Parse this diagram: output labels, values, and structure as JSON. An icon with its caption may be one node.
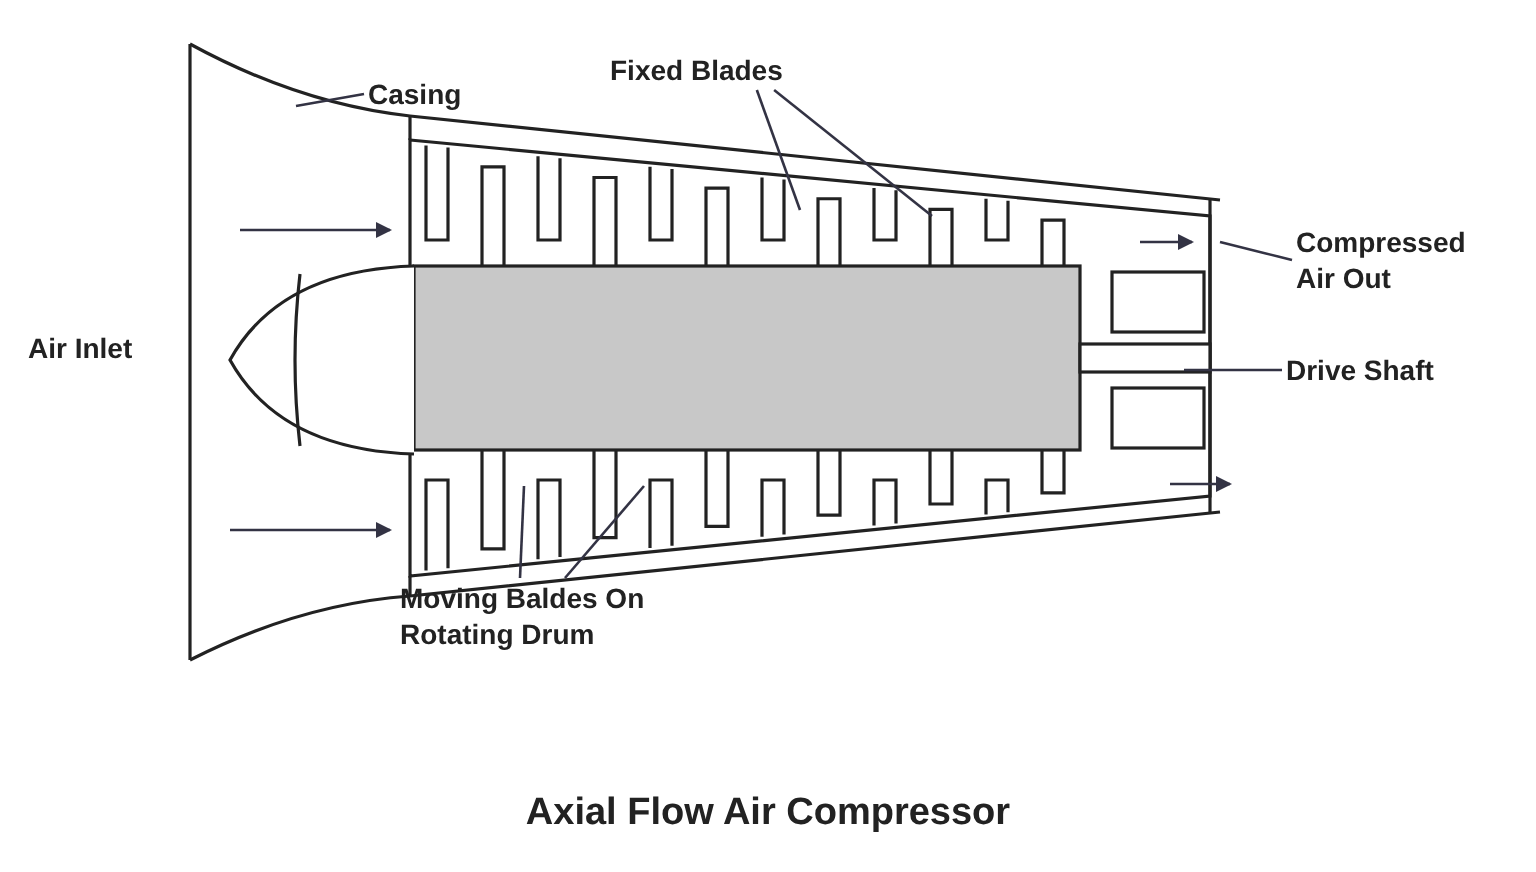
{
  "diagram": {
    "caption": "Axial Flow Air Compressor",
    "nodes": [
      {
        "text": [
          "Casing"
        ]
      },
      {
        "text": [
          "Fixed Blades"
        ]
      },
      {
        "text": [
          "Moving Baldes On Rotating Drum"
        ]
      },
      {
        "text": [
          "Compressed Air Out"
        ]
      },
      {
        "text": [
          "Drive Shaft"
        ]
      }
    ],
    "edges": [
      {
        "from": 0,
        "to": null,
        "arrow": "none"
      },
      {
        "from": 1,
        "to": null,
        "arrow": "none"
      },
      {
        "from": 1,
        "to": null,
        "arrow": "none"
      },
      {
        "from": 2,
        "to": null,
        "arrow": "none"
      },
      {
        "from": 2,
        "to": null,
        "arrow": "none"
      },
      {
        "from": 3,
        "to": null,
        "arrow": "none"
      },
      {
        "from": 4,
        "to": null,
        "arrow": "none"
      }
    ],
    "labels": [
      "Air Inlet"
    ]
  }
}
